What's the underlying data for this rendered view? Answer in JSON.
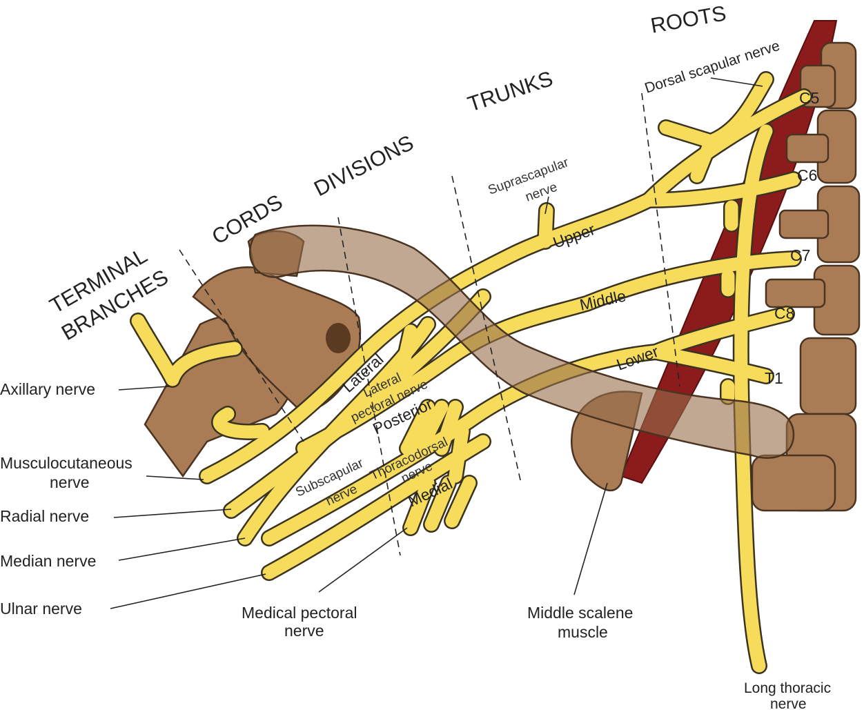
{
  "headers": {
    "roots": "ROOTS",
    "trunks": "TRUNKS",
    "divisions": "DIVISIONS",
    "cords": "CORDS",
    "terminal_1": "TERMINAL",
    "terminal_2": "BRANCHES"
  },
  "roots": {
    "c5": "C5",
    "c6": "C6",
    "c7": "C7",
    "c8": "C8",
    "t1": "T1"
  },
  "trunks": {
    "upper": "Upper",
    "middle": "Middle",
    "lower": "Lower"
  },
  "cords": {
    "lateral": "Lateral",
    "posterior": "Posterior",
    "medial": "Medial"
  },
  "inner_labels": {
    "dorsal_scapular": "Dorsal scapular nerve",
    "suprascapular_1": "Suprascapular",
    "suprascapular_2": "nerve",
    "lateral_pectoral_1": "Lateral",
    "lateral_pectoral_2": "pectoral nerve",
    "subscapular_1": "Subscapular",
    "subscapular_2": "nerve",
    "thoracodorsal_1": "Thoracodorsal",
    "thoracodorsal_2": "nerve"
  },
  "outer_labels": {
    "axillary": "Axillary nerve",
    "musculocutaneous_1": "Musculocutaneous",
    "musculocutaneous_2": "nerve",
    "radial": "Radial nerve",
    "median": "Median nerve",
    "ulnar": "Ulnar nerve",
    "medial_pectoral_1": "Medical  pectoral",
    "medial_pectoral_2": "nerve",
    "middle_scalene_1": "Middle scalene",
    "middle_scalene_2": "muscle",
    "long_thoracic_1": "Long thoracic",
    "long_thoracic_2": "nerve"
  },
  "colors": {
    "nerve": "#f6dc5a",
    "bone": "#a97c55",
    "muscle": "#8c1c1c"
  }
}
